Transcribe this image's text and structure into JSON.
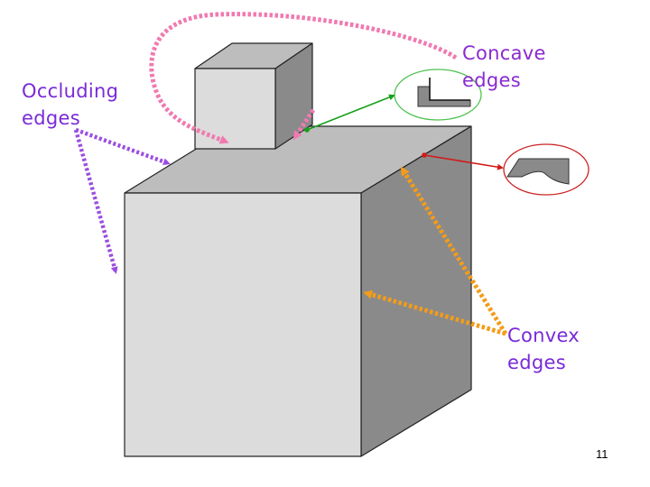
{
  "slide": {
    "labels": {
      "occluding": [
        "Occluding",
        "edges"
      ],
      "concave": [
        "Concave",
        "edges"
      ],
      "convex": [
        "Convex",
        "edges"
      ]
    },
    "page_number": "11"
  },
  "colors": {
    "occluding_arrow": "#9b4de0",
    "concave_arrow": "#f07ab0",
    "convex_arrow": "#f39c1a",
    "concave_pointer": "#17a01a",
    "convex_pointer": "#d41919",
    "concave_ellipse": "#4fc24f",
    "convex_ellipse": "#cc2222",
    "face_front": "#dcdcdc",
    "face_top": "#bdbdbd",
    "face_side": "#8a8a8a",
    "edge": "#222222"
  }
}
